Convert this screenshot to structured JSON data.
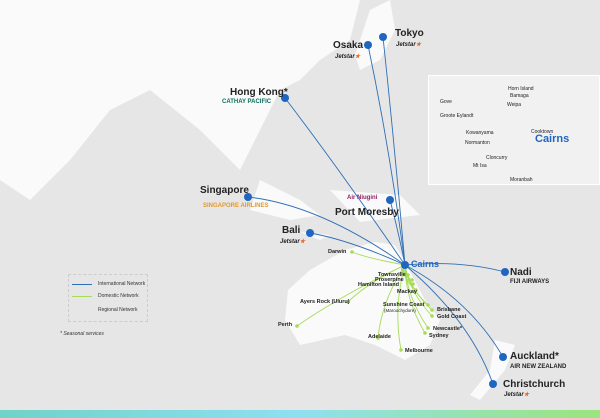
{
  "hub": "Cairns",
  "international": [
    {
      "city": "Tokyo",
      "airline": "Jetstar"
    },
    {
      "city": "Osaka",
      "airline": "Jetstar"
    },
    {
      "city": "Hong Kong*",
      "airline": "CATHAY PACIFIC"
    },
    {
      "city": "Singapore",
      "airline": "SINGAPORE AIRLINES"
    },
    {
      "city": "Port Moresby",
      "airline": "Air Niugini"
    },
    {
      "city": "Bali",
      "airline": "Jetstar"
    },
    {
      "city": "Nadi",
      "airline": "FIJI AIRWAYS"
    },
    {
      "city": "Auckland*",
      "airline": "AIR NEW ZEALAND"
    },
    {
      "city": "Christchurch",
      "airline": "Jetstar"
    }
  ],
  "domestic": [
    "Darwin",
    "Townsville",
    "Proserpine",
    "Hamilton Island",
    "Mackay",
    "Ayers Rock (Uluru)",
    "Sunshine Coast",
    "(Maroochydore)",
    "Brisbane",
    "Gold Coast",
    "Newcastle*",
    "Sydney",
    "Perth",
    "Adelaide",
    "Melbourne"
  ],
  "regional": [
    "Horn Island",
    "Bamaga",
    "Gove",
    "Weipa",
    "Groote Eylandt",
    "Cooktown",
    "Kowanyama",
    "Normanton",
    "Cloncurry",
    "Mt Isa",
    "Moranbah",
    "Cairns"
  ],
  "legend": {
    "international": "International Network",
    "domestic": "Domestic Network",
    "regional": "Regional Network",
    "note": "* Seasonal services"
  },
  "colors": {
    "international": "#2f6fb5",
    "domestic": "#a6dc5a",
    "hub": "#1f66c1"
  }
}
